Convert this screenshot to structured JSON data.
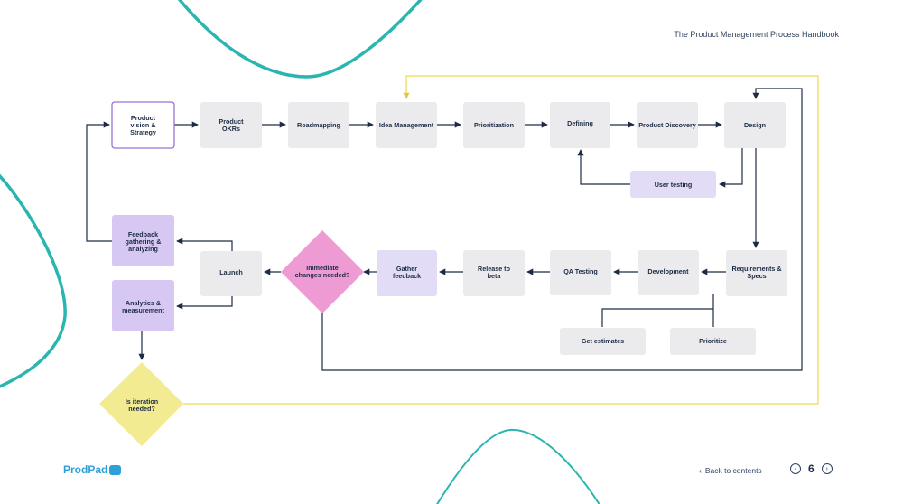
{
  "header": {
    "doc_title": "The Product Management Process Handbook"
  },
  "colors": {
    "teal_curve": "#2bb5b0",
    "gray_node": "#ebebee",
    "lavender_node": "#e3dcf7",
    "purple_node": "#d6c8f2",
    "pink_decision": "#ee9bd4",
    "yellow_decision": "#f2eb92",
    "arrow": "#1d2c45",
    "yellow_line": "#ecd94a",
    "purple_border": "#9b72d6"
  },
  "nodes": {
    "vision": [
      "Product",
      "vision &",
      "Strategy"
    ],
    "okrs": [
      "Product",
      "OKRs"
    ],
    "roadmapping": [
      "Roadmapping"
    ],
    "idea": [
      "Idea Management"
    ],
    "prioritization": [
      "Prioritization"
    ],
    "defining": [
      "Defining"
    ],
    "discovery": [
      "Product Discovery"
    ],
    "design": [
      "Design"
    ],
    "user_testing": [
      "User testing"
    ],
    "requirements": [
      "Requirements &",
      "Specs"
    ],
    "development": [
      "Development"
    ],
    "qa": [
      "QA Testing"
    ],
    "release": [
      "Release to",
      "beta"
    ],
    "gather": [
      "Gather",
      "feedback"
    ],
    "immediate": [
      "Immediate",
      "changes needed?"
    ],
    "launch": [
      "Launch"
    ],
    "feedback_loop": [
      "Feedback",
      "gathering &",
      "analyzing"
    ],
    "analytics": [
      "Analytics &",
      "measurement"
    ],
    "iteration": [
      "Is iteration",
      "needed?"
    ],
    "estimates": [
      "Get estimates"
    ],
    "prioritize": [
      "Prioritize"
    ]
  },
  "footer": {
    "logo_text": "ProdPad",
    "back_label": "Back to contents",
    "back_icon": "chevron-left-icon",
    "page_number": "6",
    "prev_icon": "circle-chevron-left-icon",
    "next_icon": "circle-chevron-right-icon"
  }
}
